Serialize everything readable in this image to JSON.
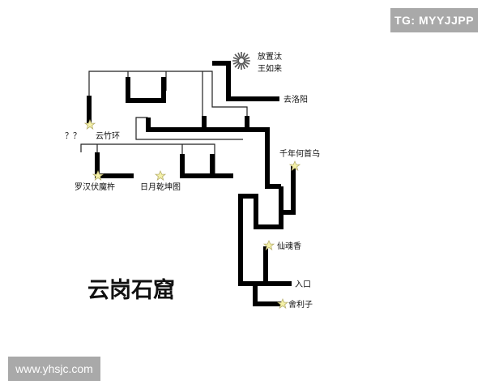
{
  "watermarks": {
    "top_right": "TG: MYYJJPP",
    "bottom_left": "www.yhsjc.com"
  },
  "map": {
    "title": "云岗石窟",
    "labels": {
      "fangzhi_1": "放置汰",
      "fangzhi_2": "王如来",
      "qu_luoyang": "去洛阳",
      "qmarks": "？？",
      "yunzhuhuan": "云竹环",
      "luohan": "罗汉伏魔杵",
      "riyue": "日月乾坤图",
      "qiannian": "千年何首乌",
      "xianhun": "仙魂香",
      "rukou": "入口",
      "sheli": "舍利子"
    },
    "icons": [
      "star-icon",
      "starburst-icon"
    ]
  }
}
